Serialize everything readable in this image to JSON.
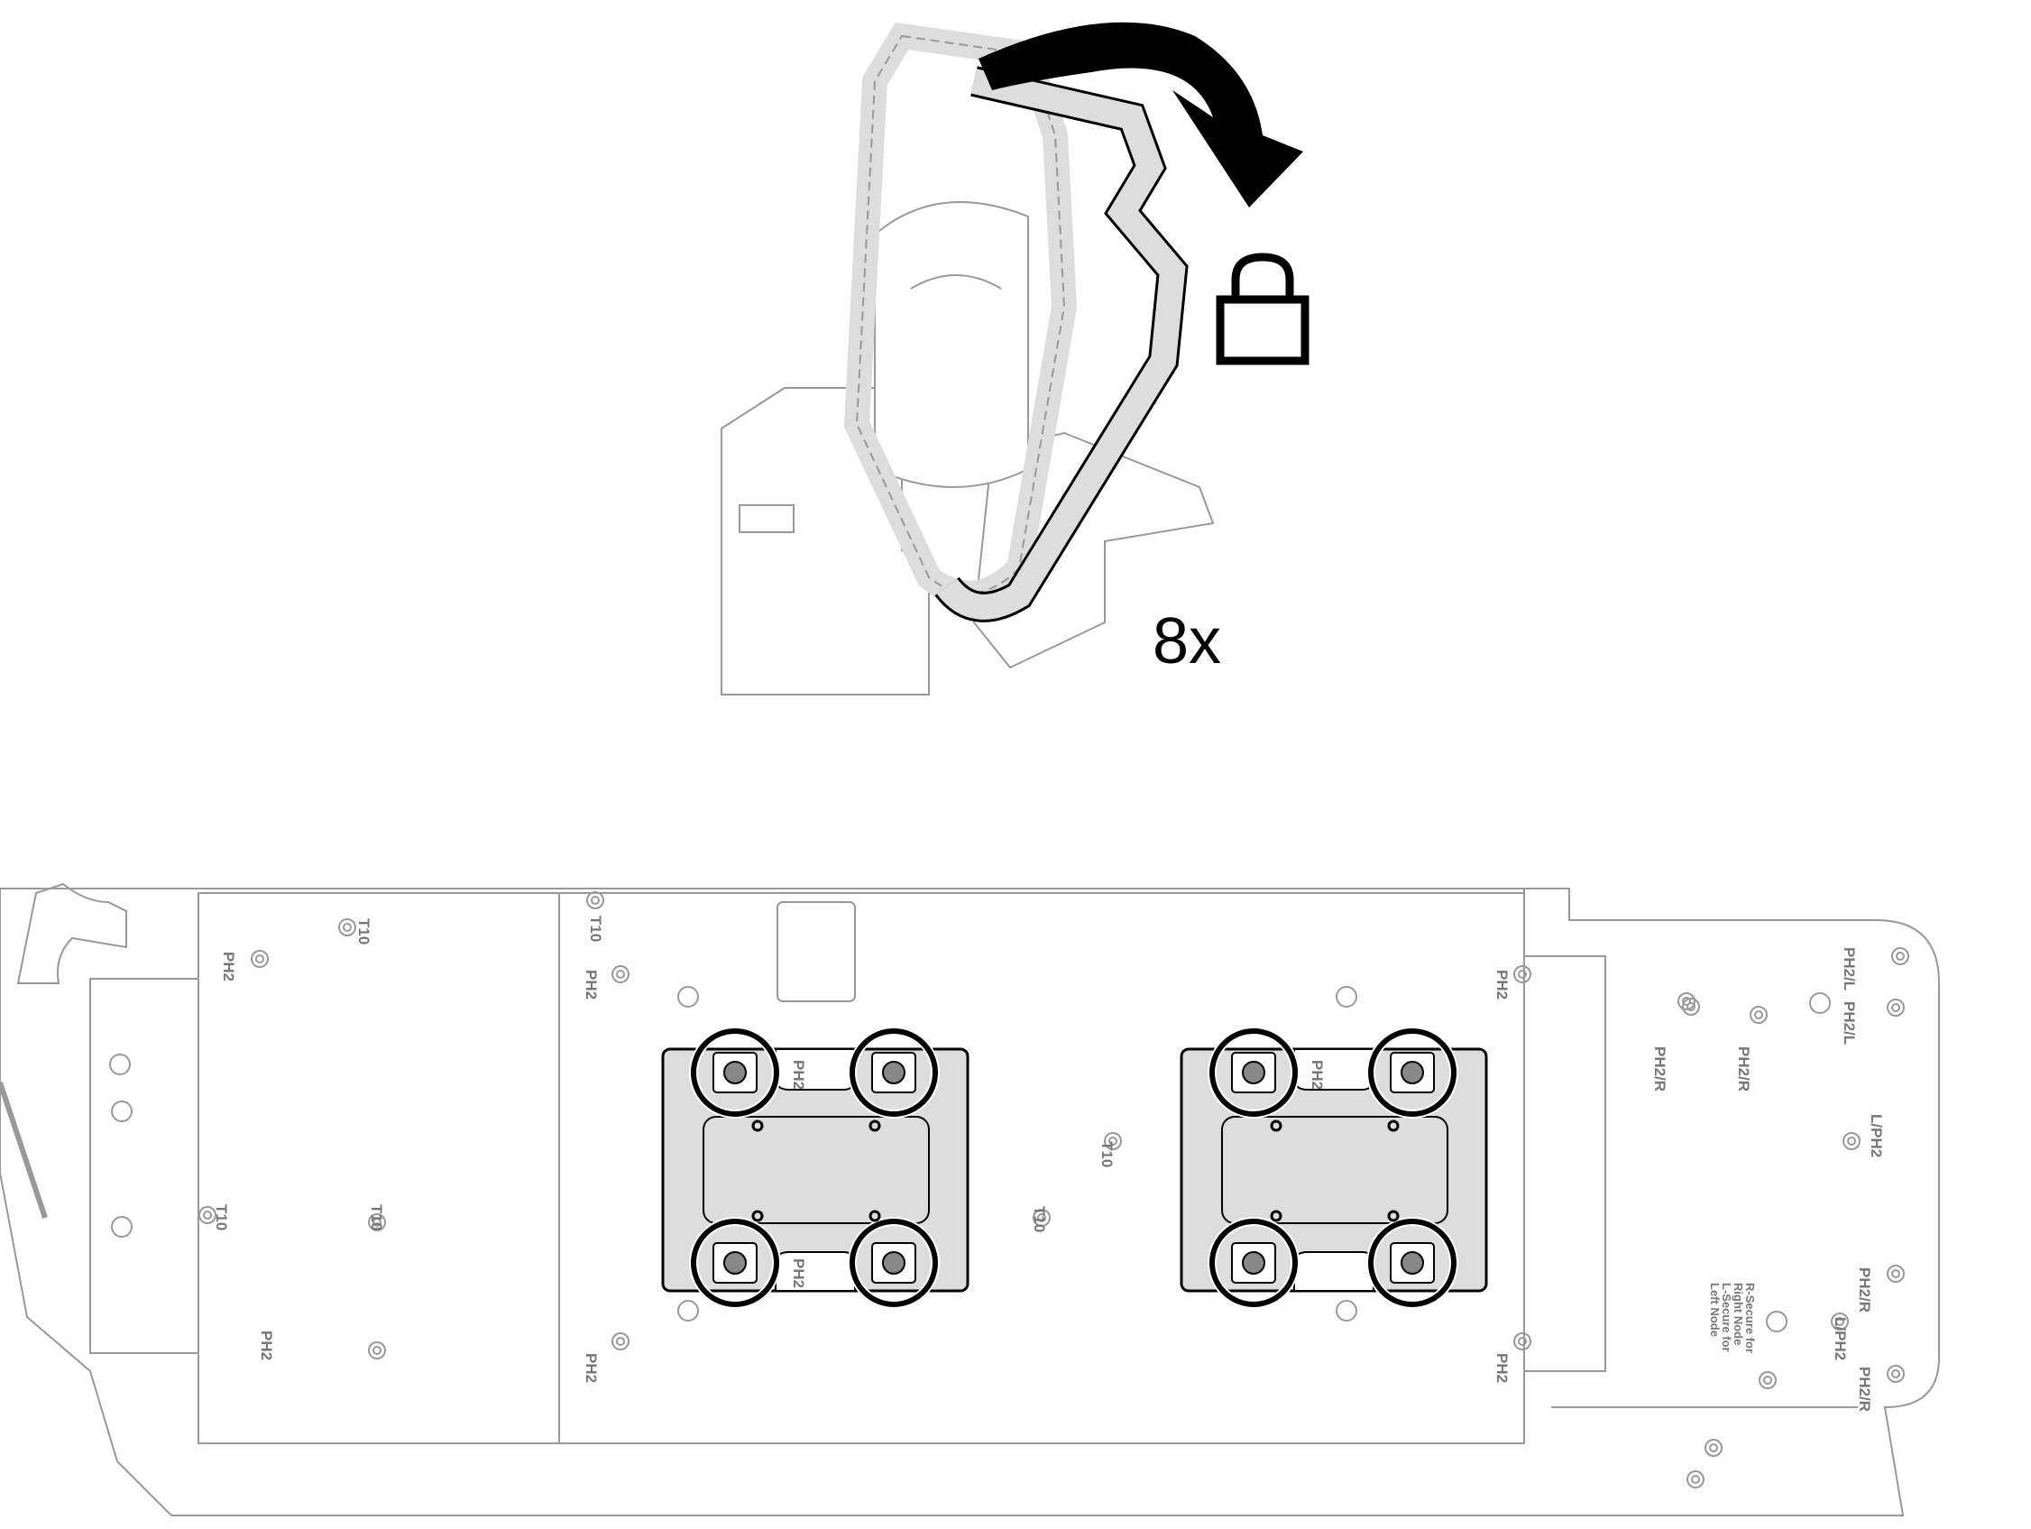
{
  "callout": {
    "quantity": "8x"
  },
  "icons": {
    "lock": "padlock-closed-icon",
    "rotate": "rotate-clockwise-arrow-icon"
  },
  "labels": {
    "ph2": "PH2",
    "t10": "T10",
    "ph2_l": "PH2/L",
    "ph2_r": "PH2/R",
    "l_ph2": "L/PH2",
    "secure_note": [
      "R-Secure for",
      "Right Node",
      "L-Secure for",
      "Left Node"
    ]
  },
  "colors": {
    "outline": "#000000",
    "board": "#999999",
    "plate": "#dddddd"
  }
}
